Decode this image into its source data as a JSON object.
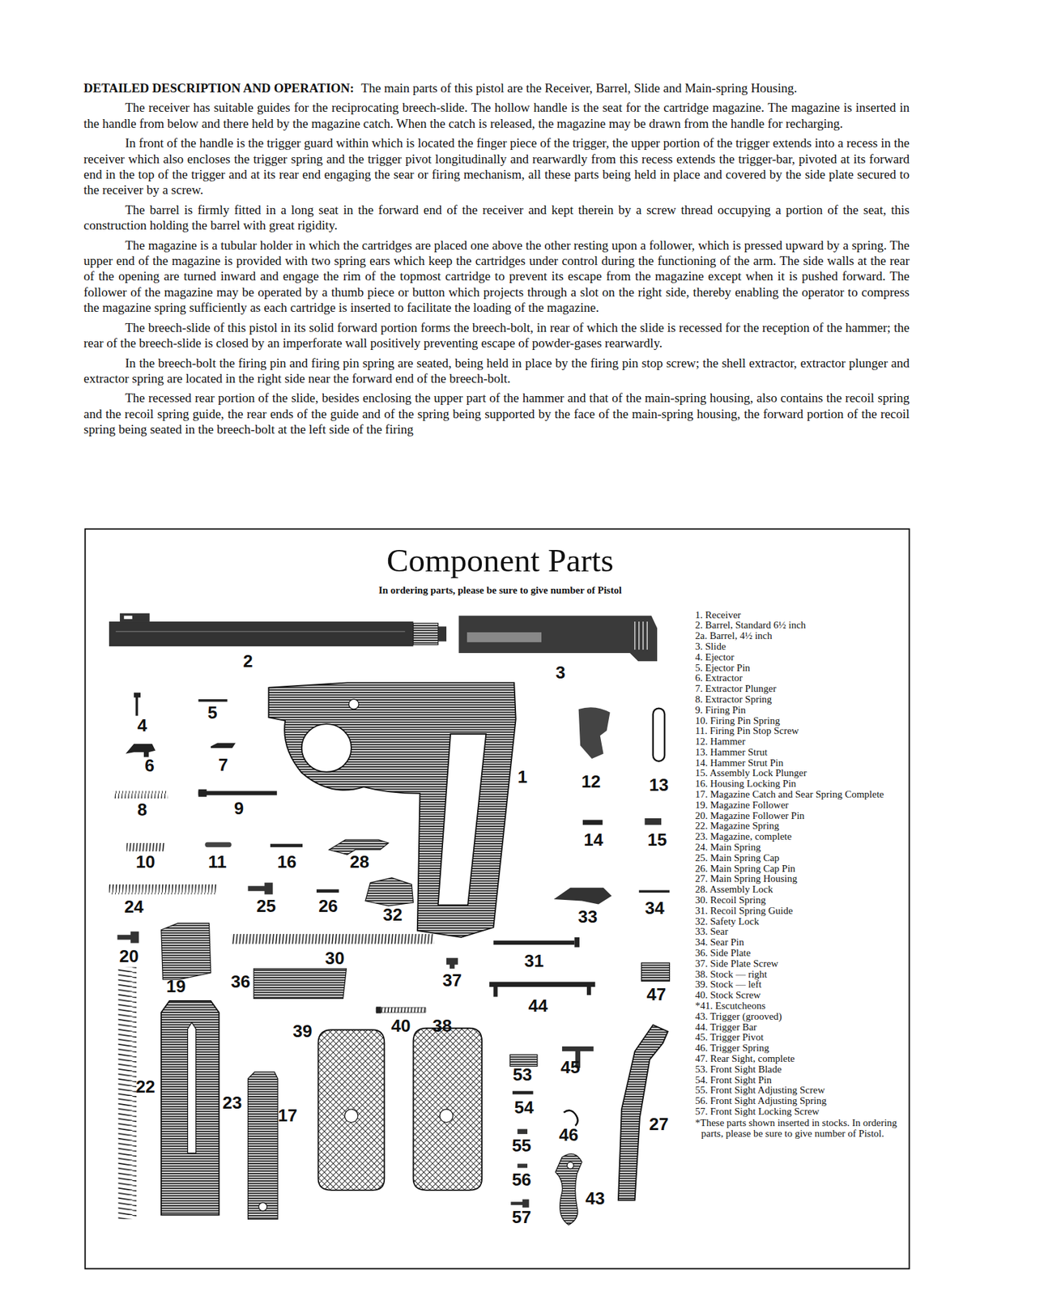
{
  "diagram": {
    "title": "Component Parts",
    "labels": [
      "DETAILED DESCRIPTION AND OPERATION:",
      "The main parts of this pistol are the Receiver, Barrel, Slide and Main-spring Housing.",
      "The receiver has suitable guides for the reciprocating breech-slide. The hollow handle is the seat for the cartridge magazine. The magazine is inserted in the handle from below and there held by the magazine catch. When the catch is released, the magazine may be drawn from the handle for recharging.",
      "In front of the handle is the trigger guard within which is located the finger piece of the trigger, the upper portion of the trigger extends into a recess in the receiver which also encloses the trigger spring and the trigger pivot longitudinally and rearwardly from this recess extends the trigger-bar, pivoted at its forward end in the top of the trigger and at its rear end engaging the sear or firing mechanism, all these parts being held in place and covered by the side plate secured to the receiver by a screw.",
      "The barrel is firmly fitted in a long seat in the forward end of the receiver and kept therein by a screw thread occupying a portion of the seat, this construction holding the barrel with great rigidity.",
      "The magazine is a tubular holder in which the cartridges are placed one above the other resting upon a follower, which is pressed upward by a spring. The upper end of the magazine is provided with two spring ears which keep the cartridges under control during the functioning of the arm. The side walls at the rear of the opening are turned inward and engage the rim of the topmost cartridge to prevent its escape from the magazine except when it is pushed forward. The follower of the magazine may be operated by a thumb piece or button which projects through a slot on the right side, thereby enabling the operator to compress the magazine spring sufficiently as each cartridge is inserted to facilitate the loading of the magazine.",
      "The breech-slide of this pistol in its solid forward portion forms the breech-bolt, in rear of which the slide is recessed for the reception of the hammer; the rear of the breech-slide is closed by an imperforate wall positively preventing escape of powder-gases rearwardly.",
      "In the breech-bolt the firing pin and firing pin spring are seated, being held in place by the firing pin stop screw; the shell extractor, extractor plunger and extractor spring are located in the right side near the forward end of the breech-bolt.",
      "The recessed rear portion of the slide, besides enclosing the upper part of the hammer and that of the main-spring housing, also contains the recoil spring and the recoil spring guide, the rear ends of the guide and of the spring being supported by the face of the main-spring housing, the forward portion of the recoil spring being seated in the breech-bolt at the left side of the firing",
      "In ordering parts, please be sure to give number of Pistol",
      "2",
      "3",
      "4",
      "5",
      "6",
      "7",
      "1",
      "12",
      "13",
      "8",
      "9",
      "10",
      "11",
      "16",
      "28",
      "14",
      "15",
      "24",
      "25",
      "26",
      "32",
      "33",
      "34",
      "20",
      "30",
      "31",
      "37",
      "19",
      "36",
      "44",
      "47",
      "39",
      "40",
      "38",
      "45",
      "53",
      "22",
      "23",
      "17",
      "54",
      "46",
      "27",
      "55",
      "56",
      "43",
      "57",
      "1. Receiver",
      "2. Barrel, Standard 6½ inch",
      "2a. Barrel, 4½ inch",
      "3. Slide",
      "4. Ejector",
      "5. Ejector Pin",
      "6. Extractor",
      "7. Extractor Plunger",
      "8. Extractor Spring",
      "9. Firing Pin",
      "10. Firing Pin Spring",
      "11. Firing Pin Stop Screw",
      "12. Hammer",
      "13. Hammer Strut",
      "14. Hammer Strut Pin",
      "15. Assembly Lock Plunger",
      "16. Housing Locking Pin",
      "17. Magazine Catch and Sear Spring Complete",
      "19. Magazine Follower",
      "20. Magazine Follower Pin",
      "22. Magazine Spring",
      "23. Magazine, complete",
      "24. Main Spring",
      "25. Main Spring Cap",
      "26. Main Spring Cap Pin",
      "27. Main Spring Housing",
      "28. Assembly Lock",
      "30. Recoil Spring",
      "31. Recoil Spring Guide",
      "32. Safety Lock",
      "33. Sear",
      "34. Sear Pin",
      "36. Side Plate",
      "37. Side Plate Screw",
      "38. Stock — right",
      "39. Stock — left",
      "40. Stock Screw",
      "*41. Escutcheons",
      "43. Trigger (grooved)",
      "44. Trigger Bar",
      "45. Trigger Pivot",
      "46. Trigger Spring",
      "47. Rear Sight, complete",
      "53. Front Sight Blade",
      "54. Front Sight Pin",
      "55. Front Sight Adjusting Screw",
      "56. Front Sight Adjusting Spring",
      "57. Front Sight Locking Screw",
      "*These parts shown inserted in stocks. In ordering parts, please be sure to give number of Pistol."
    ]
  }
}
